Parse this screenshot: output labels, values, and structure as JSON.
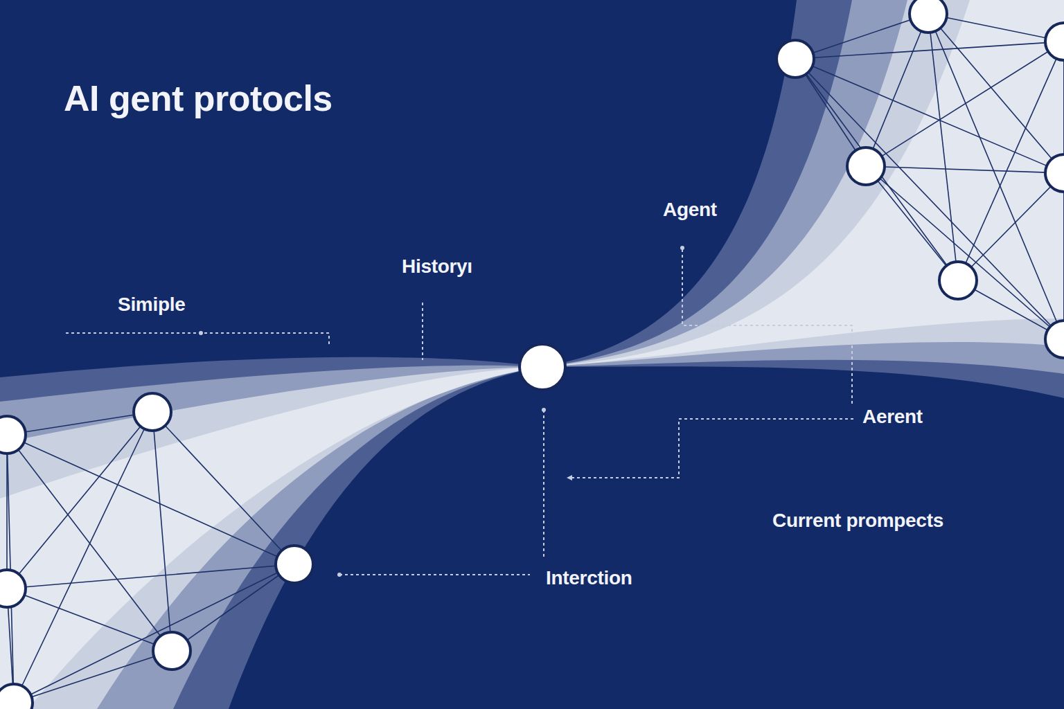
{
  "diagram": {
    "title": "AI gent protocls",
    "labels": [
      "Simiple",
      "Historyı",
      "Agent",
      "Aerent",
      "Current prompects",
      "Interction"
    ]
  }
}
